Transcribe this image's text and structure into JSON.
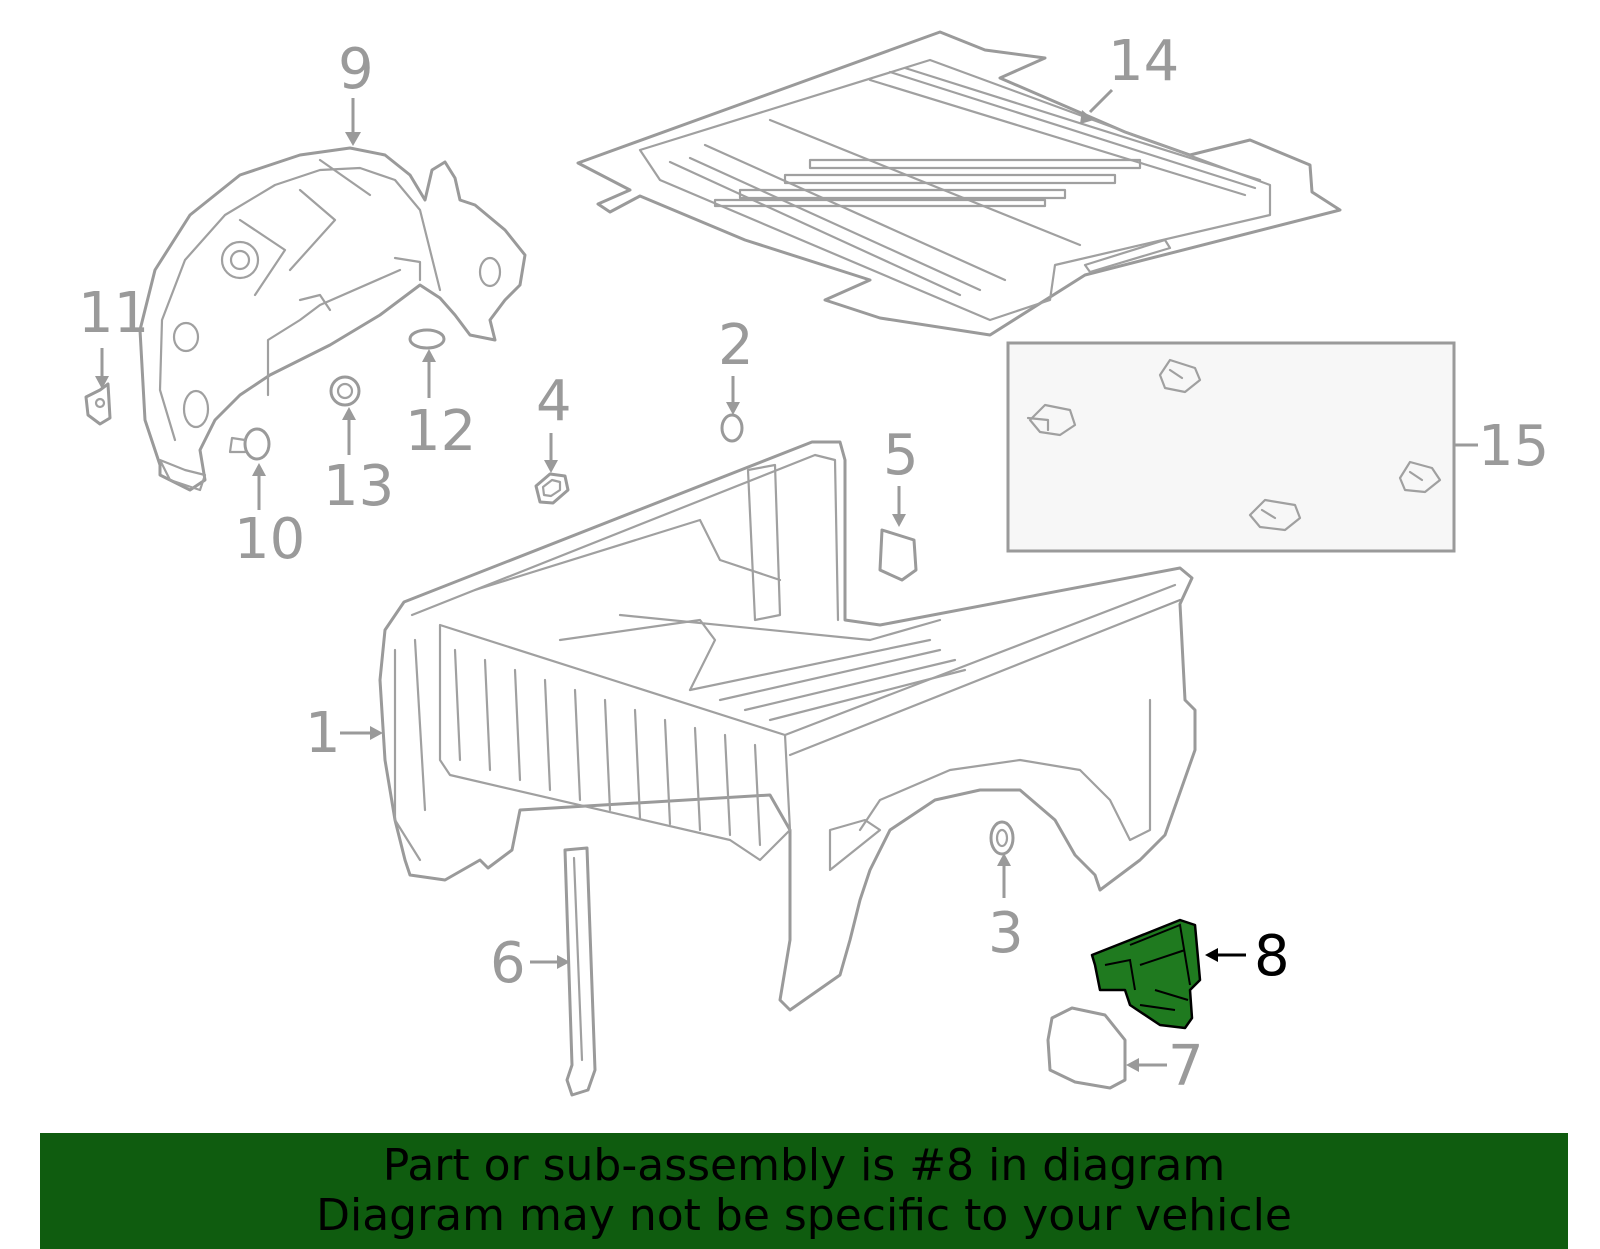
{
  "diagram": {
    "callouts": [
      {
        "id": "1",
        "label": "1"
      },
      {
        "id": "2",
        "label": "2"
      },
      {
        "id": "3",
        "label": "3"
      },
      {
        "id": "4",
        "label": "4"
      },
      {
        "id": "5",
        "label": "5"
      },
      {
        "id": "6",
        "label": "6"
      },
      {
        "id": "7",
        "label": "7"
      },
      {
        "id": "8",
        "label": "8"
      },
      {
        "id": "9",
        "label": "9"
      },
      {
        "id": "10",
        "label": "10"
      },
      {
        "id": "11",
        "label": "11"
      },
      {
        "id": "12",
        "label": "12"
      },
      {
        "id": "13",
        "label": "13"
      },
      {
        "id": "14",
        "label": "14"
      },
      {
        "id": "15",
        "label": "15"
      }
    ],
    "highlighted_part": "8",
    "colors": {
      "line_art": "#9a9a9a",
      "highlight_fill": "#1f7a1f",
      "highlight_text": "#000000",
      "banner_background": "#0f5c0f"
    }
  },
  "banner": {
    "line1": "Part or sub-assembly is #8 in diagram",
    "line2": "Diagram may not be specific to your vehicle"
  }
}
